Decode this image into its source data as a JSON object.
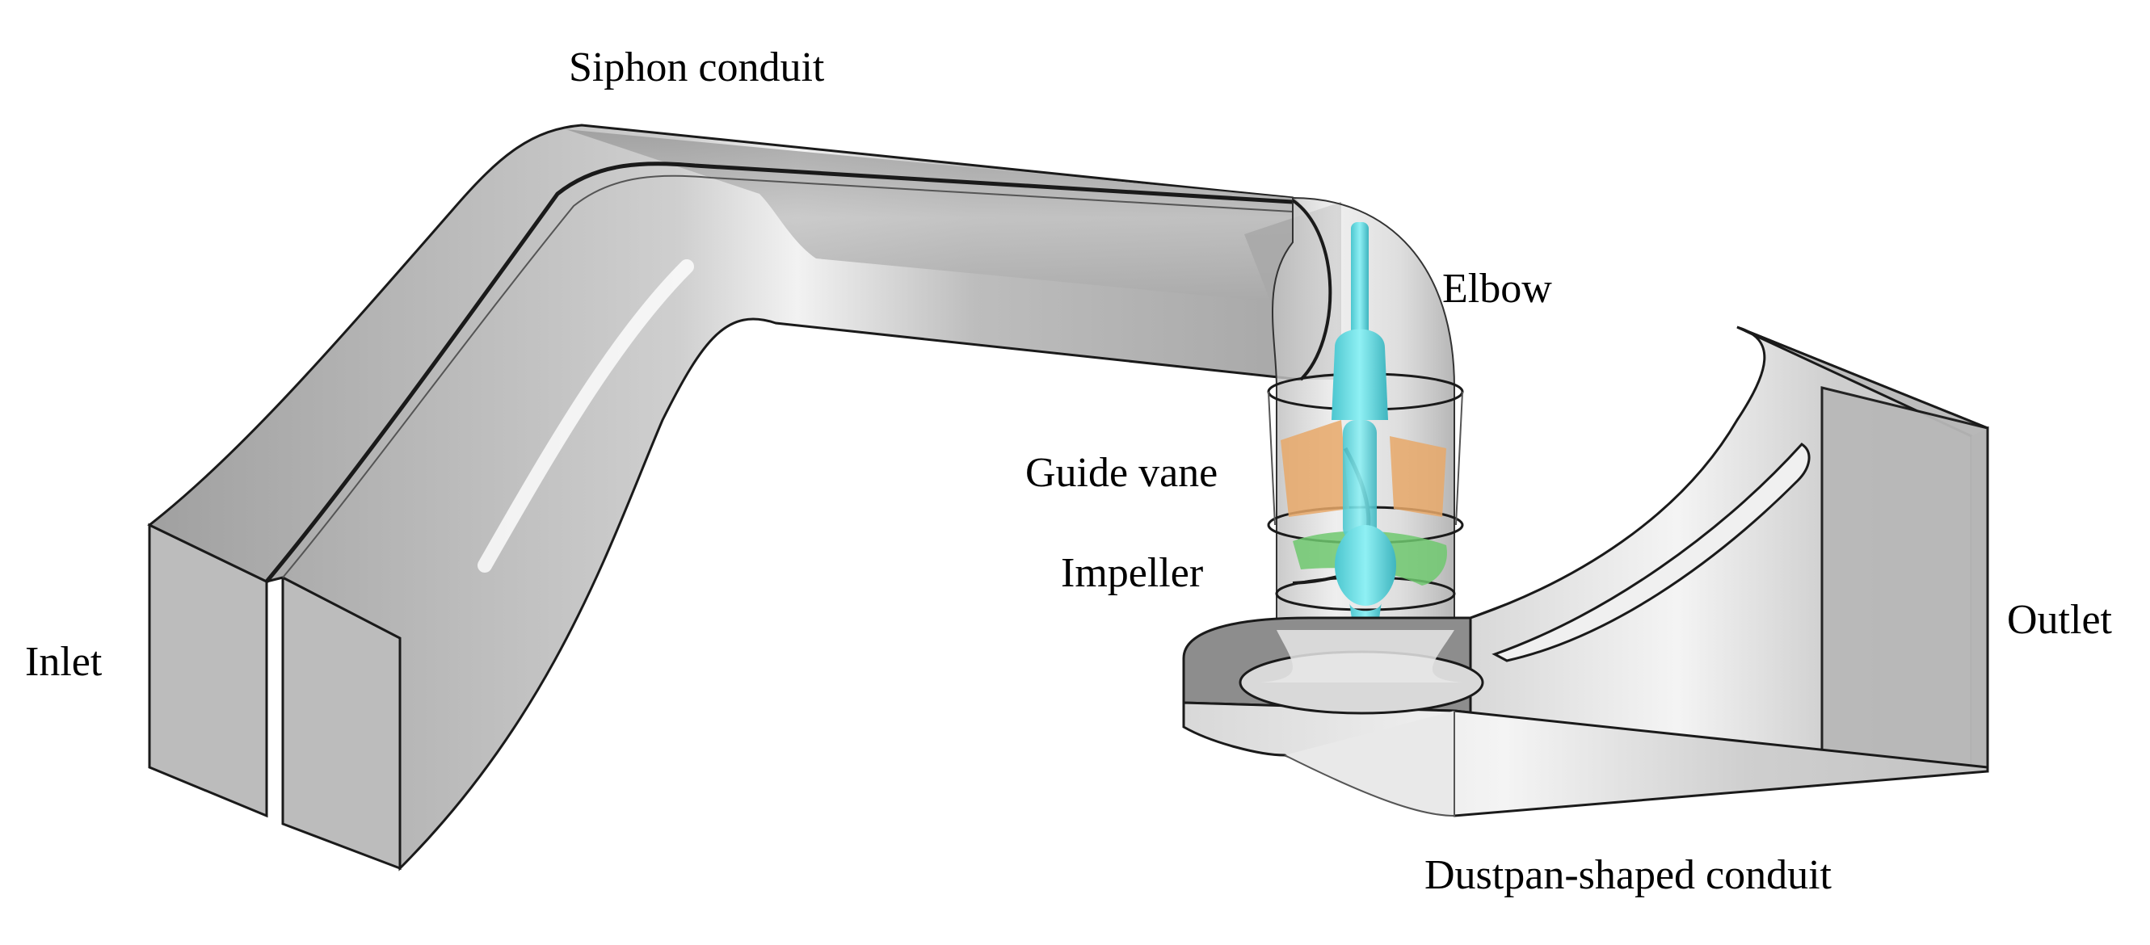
{
  "labels": {
    "siphon_conduit": "Siphon conduit",
    "elbow": "Elbow",
    "guide_vane": "Guide vane",
    "impeller": "Impeller",
    "inlet": "Inlet",
    "outlet": "Outlet",
    "dustpan_conduit": "Dustpan-shaped conduit"
  },
  "colors": {
    "background": "#ffffff",
    "conduit_gray": "#b4b4b4",
    "conduit_dark": "#8a8a8a",
    "conduit_light": "#e2e2e2",
    "guide_vane": "#e8a868",
    "impeller": "#6ec86e",
    "shaft": "#5fd8e0",
    "outline": "#1a1a1a"
  }
}
